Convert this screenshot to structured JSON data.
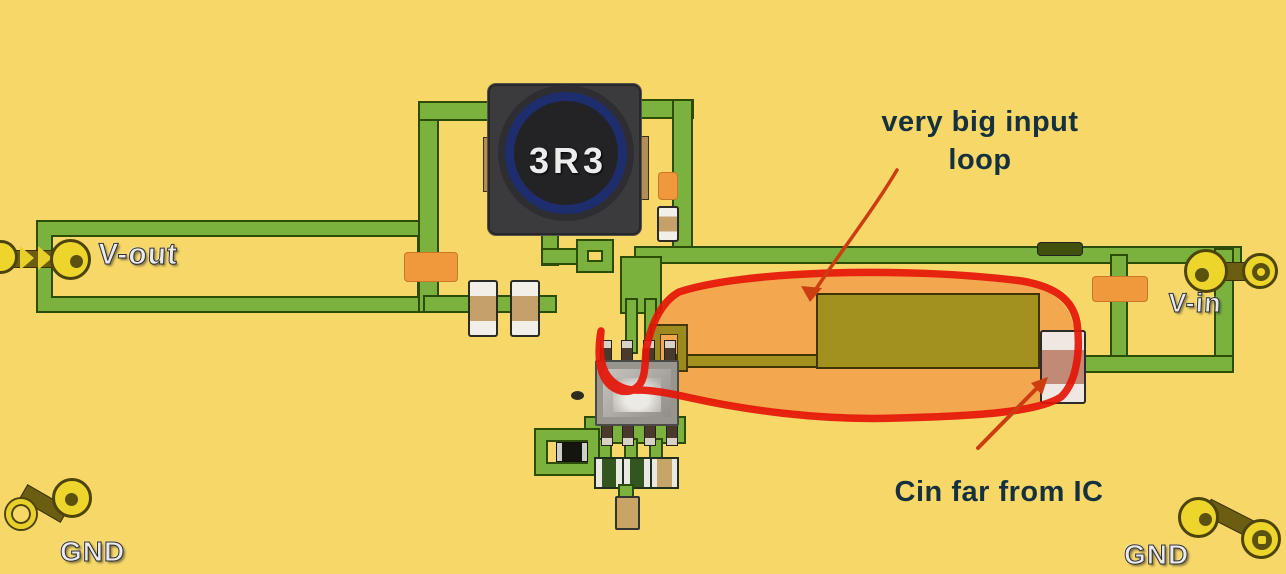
{
  "labels": {
    "vout": "V-out",
    "vin": "V-in",
    "gnd_left": "GND",
    "gnd_right": "GND",
    "inductor_value": "3R3"
  },
  "annotations": {
    "loop_line1": "very big input",
    "loop_line2": "loop",
    "cin_note": "Cin far from IC"
  },
  "colors": {
    "board_yellow": "#f6d768",
    "trace_green": "#7ab23d",
    "trace_outline": "#2d4d07",
    "highlight_orange": "#f2a04a",
    "copper_olive": "#a2901f",
    "annotation_red": "#e51508",
    "arrow_red": "#cc3d12",
    "annotation_text": "#15313e",
    "silkscreen_silver": "#e9e9ee",
    "via_yellow": "#edd52c",
    "inductor_body": "#3b3b3d",
    "component_orange": "#f0983c",
    "capacitor_tan": "#c5a06b"
  }
}
